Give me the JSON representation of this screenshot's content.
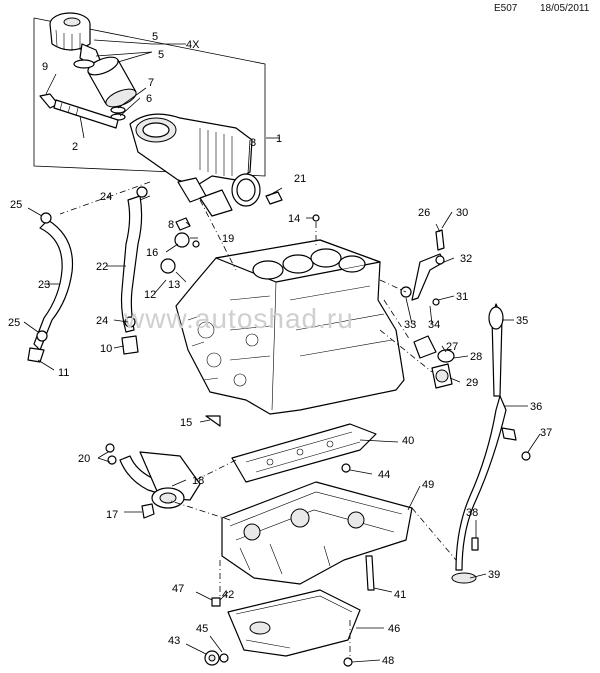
{
  "header": {
    "code": "E507",
    "date": "18/05/2011"
  },
  "watermark": "www.autoshad.ru",
  "callouts": [
    "1",
    "2",
    "3",
    "4X",
    "5",
    "5",
    "6",
    "7",
    "8",
    "9",
    "10",
    "11",
    "12",
    "13",
    "14",
    "15",
    "16",
    "17",
    "18",
    "19",
    "20",
    "21",
    "22",
    "23",
    "24",
    "24",
    "25",
    "25",
    "26",
    "27",
    "28",
    "29",
    "30",
    "31",
    "32",
    "33",
    "34",
    "35",
    "36",
    "37",
    "38",
    "39",
    "40",
    "41",
    "42",
    "43",
    "44",
    "45",
    "46",
    "47",
    "48",
    "49"
  ]
}
